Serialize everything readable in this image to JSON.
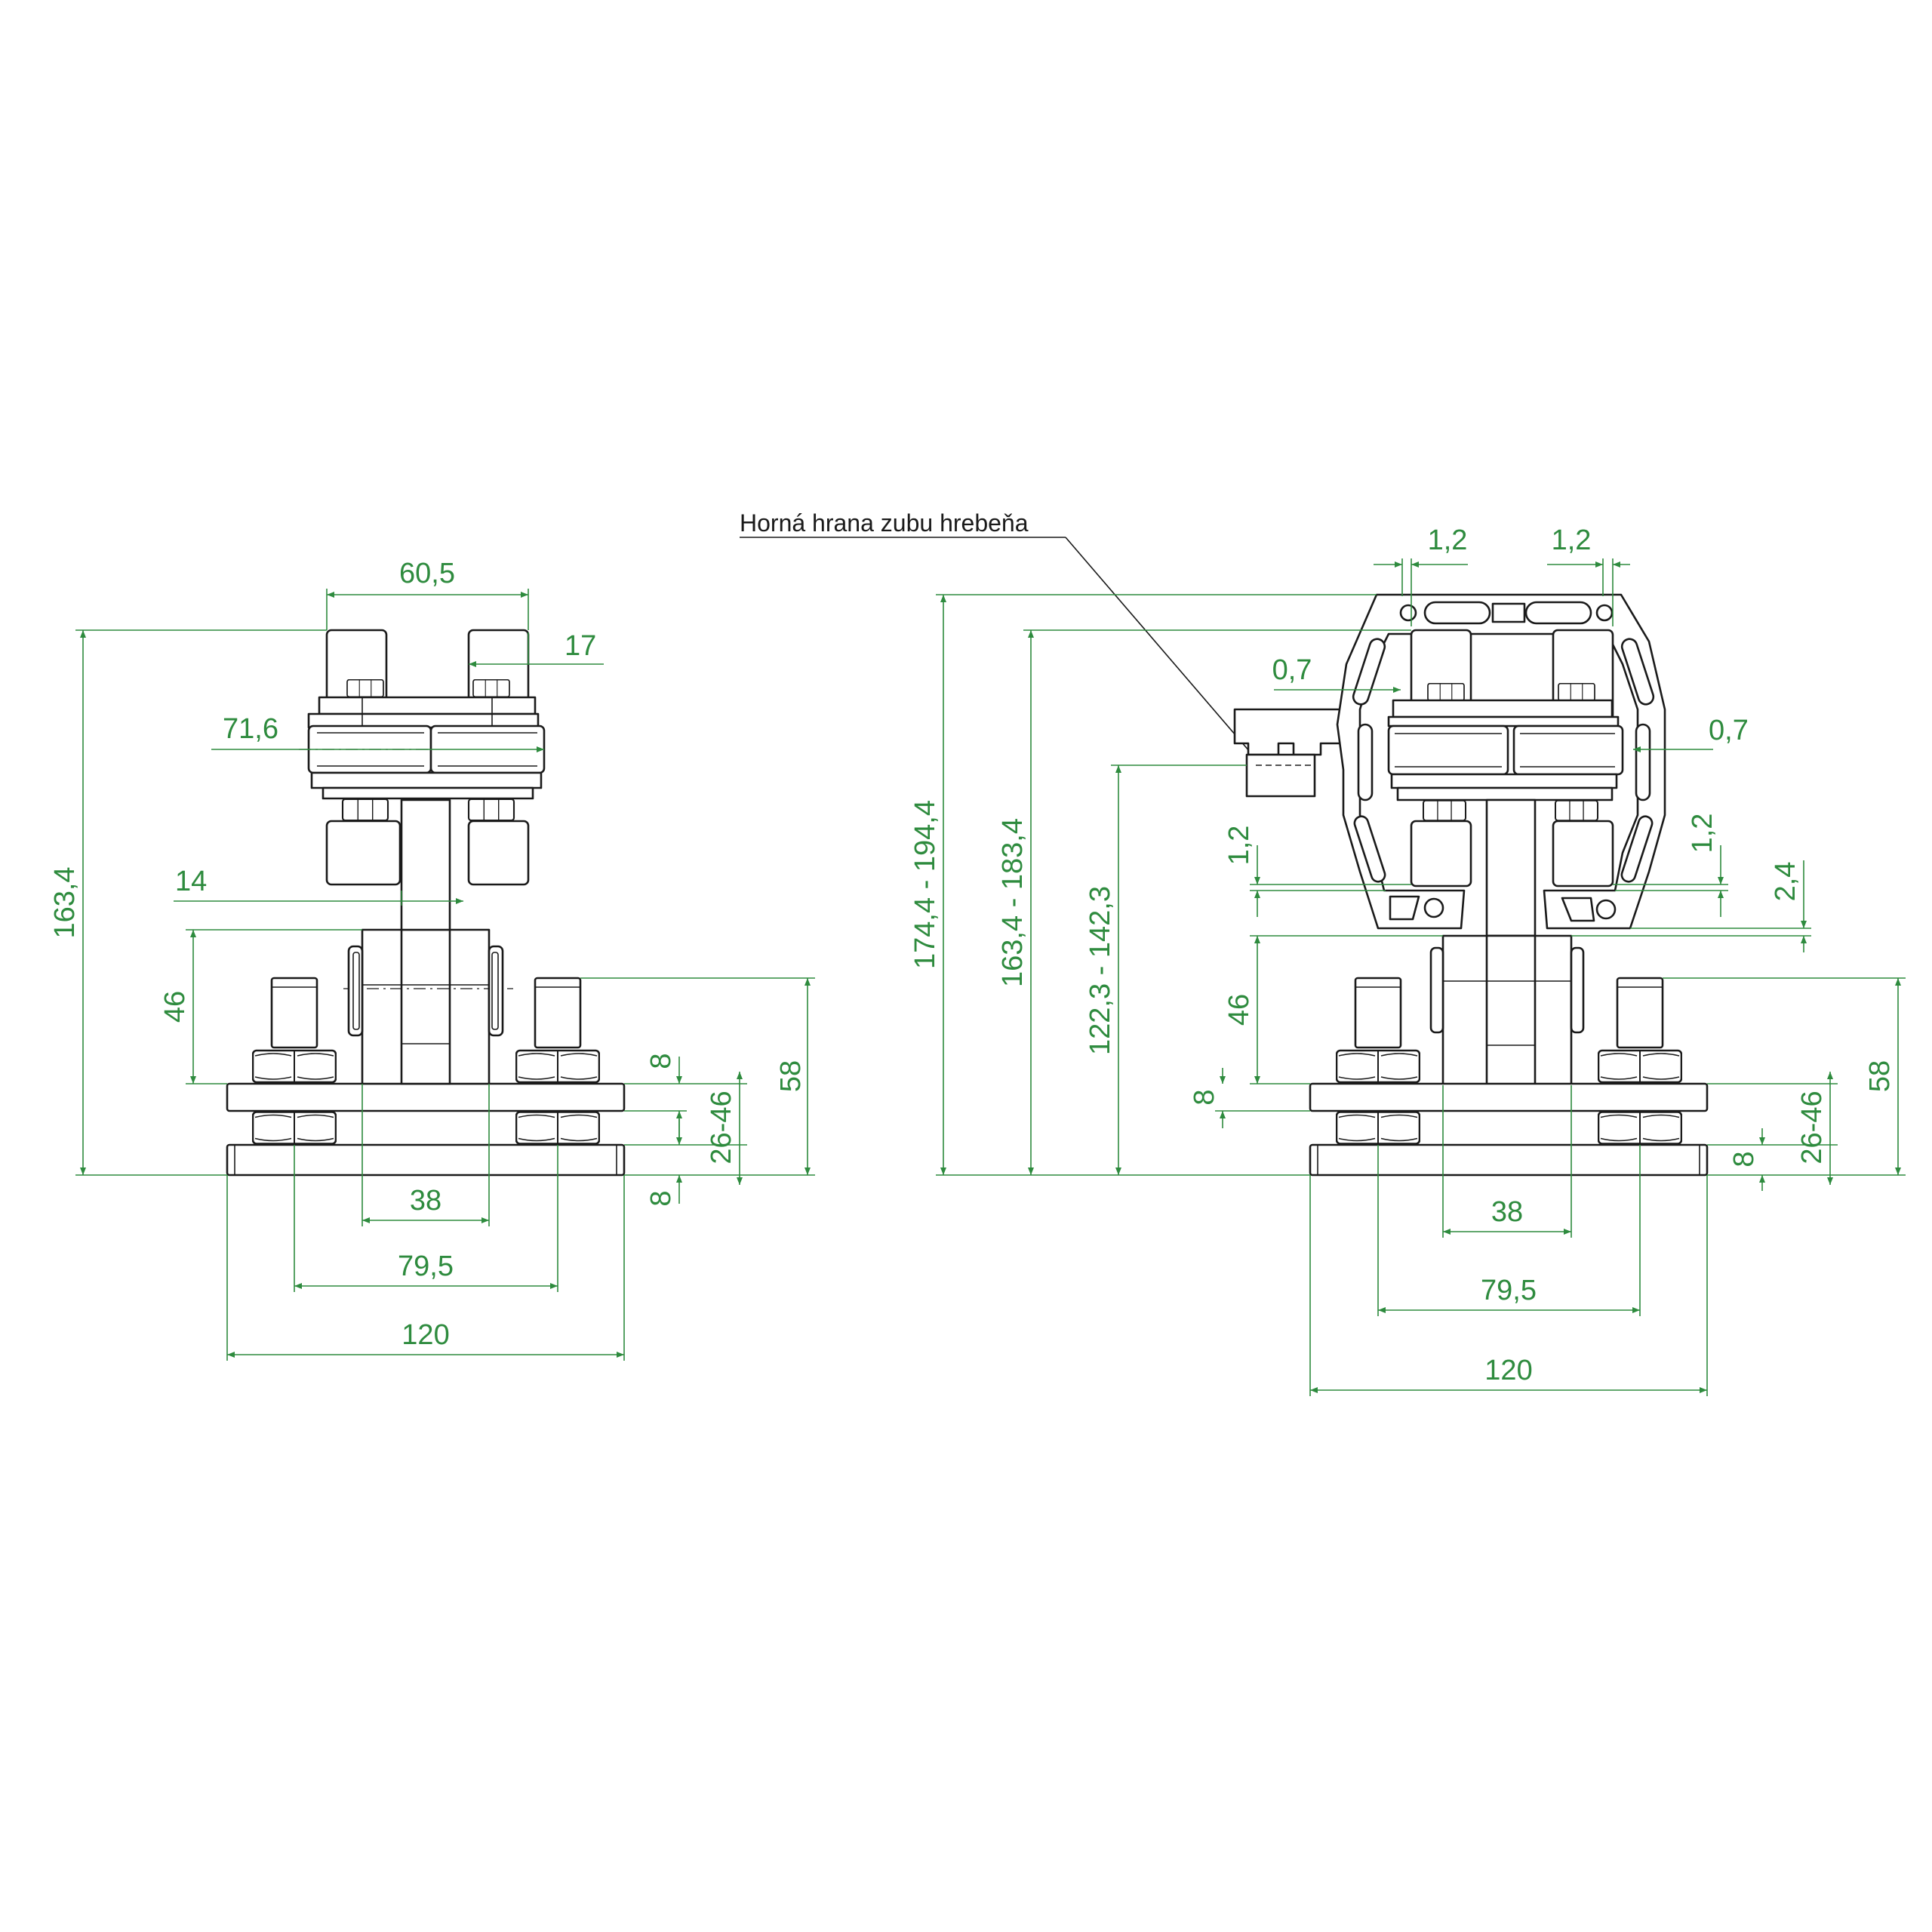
{
  "callout": {
    "label": "Horná hrana zubu hrebeňa"
  },
  "colors": {
    "drawing_line": "#1a1a1a",
    "dimension": "#2e8b3e",
    "background": "#ffffff"
  },
  "left_view": {
    "dims": {
      "top_width": "60,5",
      "roller_width": "17",
      "clamp_width": "71,6",
      "total_height": "163,4",
      "post_offset": "14",
      "block_height": "46",
      "bolt_height": "58",
      "plate_top": "8",
      "plate_gap": "26-46",
      "plate_bottom": "8",
      "center_width": "38",
      "bolt_spacing": "79,5",
      "base_width": "120"
    }
  },
  "right_view": {
    "dims": {
      "gap_left": "1,2",
      "gap_right": "1,2",
      "clear_left": "0,7",
      "clear_right": "0,7",
      "overall_height": "174,4 - 194,4",
      "body_height": "163,4 - 183,4",
      "rack_height": "122,3 - 142,3",
      "lower_left": "1,2",
      "lower_right": "1,2",
      "lower_gap": "2,4",
      "block_height": "46",
      "plate_top": "8",
      "bolt_height": "58",
      "plate_gap": "26-46",
      "plate_bottom": "8",
      "center_width": "38",
      "bolt_spacing": "79,5",
      "base_width": "120"
    }
  }
}
